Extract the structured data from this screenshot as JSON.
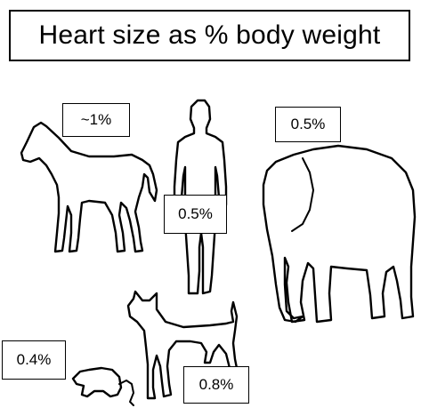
{
  "title": "Heart size as % body weight",
  "animals": [
    {
      "icon": "horse-silhouette-icon",
      "label": "~1%"
    },
    {
      "icon": "human-silhouette-icon",
      "label": "0.5%"
    },
    {
      "icon": "elephant-silhouette-icon",
      "label": "0.5%"
    },
    {
      "icon": "dog-silhouette-icon",
      "label": "0.8%"
    },
    {
      "icon": "rat-silhouette-icon",
      "label": "0.4%"
    }
  ]
}
